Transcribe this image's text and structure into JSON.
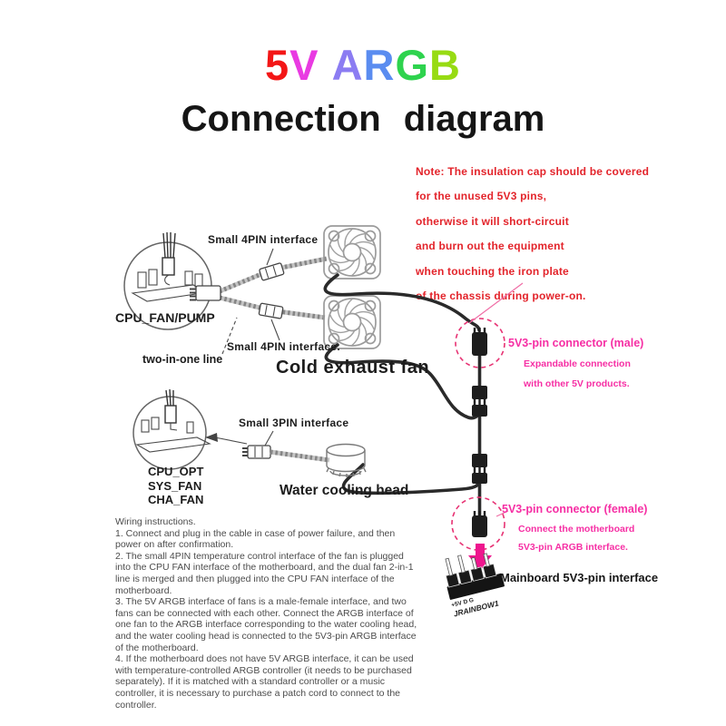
{
  "title": {
    "text": "5V ARGB",
    "letter_colors": [
      "#f31616",
      "#e93ae2",
      "#8b7cf2",
      "#5a8cf0",
      "#2ed34e",
      "#97db13"
    ]
  },
  "heading": "Connection diagram",
  "note": {
    "color": "#e3242b",
    "lines": [
      "Note: The insulation cap should be covered",
      "for the unused 5V3 pins,",
      "otherwise it will short-circuit",
      "and burn out the equipment",
      "when touching the iron plate",
      "of the chassis during power-on."
    ]
  },
  "diagram": {
    "labels": {
      "small_4pin_top": "Small 4PIN interface",
      "cpu_fan_pump": "CPU_FAN/PUMP",
      "small_4pin_bottom": "Small 4PIN interface.",
      "two_in_one": "two-in-one line",
      "cold_exhaust_fan": "Cold exhaust fan",
      "small_3pin": "Small 3PIN interface",
      "cpu_opt": "CPU_OPT",
      "sys_fan": "SYS_FAN",
      "cha_fan": "CHA_FAN",
      "water_cooling_head": "Water cooling head",
      "male_connector": "5V3-pin connector (male)",
      "male_sub1": "Expandable connection",
      "male_sub2": "with other 5V products.",
      "female_connector": "5V3-pin connector (female)",
      "female_sub1": "Connect the motherboard",
      "female_sub2": "5V3-pin ARGB interface.",
      "mainboard": "Mainboard 5V3-pin interface",
      "header_pins": "+5V  D  G",
      "header_name": "JRAINBOW1"
    },
    "colors": {
      "pink_label": "#f62fa4",
      "dashed_circle": "#e73273",
      "arrow": "#ee168e",
      "cable": "#2a2a2a",
      "note_red": "#e3242b"
    }
  },
  "instructions": {
    "title": "Wiring instructions.",
    "items": [
      "1. Connect and plug in the cable in case of power failure, and then power on after confirmation.",
      "2. The small 4PIN temperature control interface of the fan is plugged into the CPU FAN interface of the motherboard, and the dual fan 2-in-1 line is merged and then plugged into the CPU FAN interface of the motherboard.",
      "3. The 5V ARGB interface of fans is a male-female interface, and two fans can be connected with each other. Connect the ARGB interface of one fan to the ARGB interface corresponding to the water cooling head, and the water cooling head is connected to the 5V3-pin ARGB interface of the motherboard.",
      "4. If the motherboard does not have 5V ARGB interface, it can be used with temperature-controlled ARGB controller (it needs to be purchased separately). If it is matched with a standard controller or a music controller, it is necessary to purchase a patch cord to connect to the controller."
    ]
  }
}
